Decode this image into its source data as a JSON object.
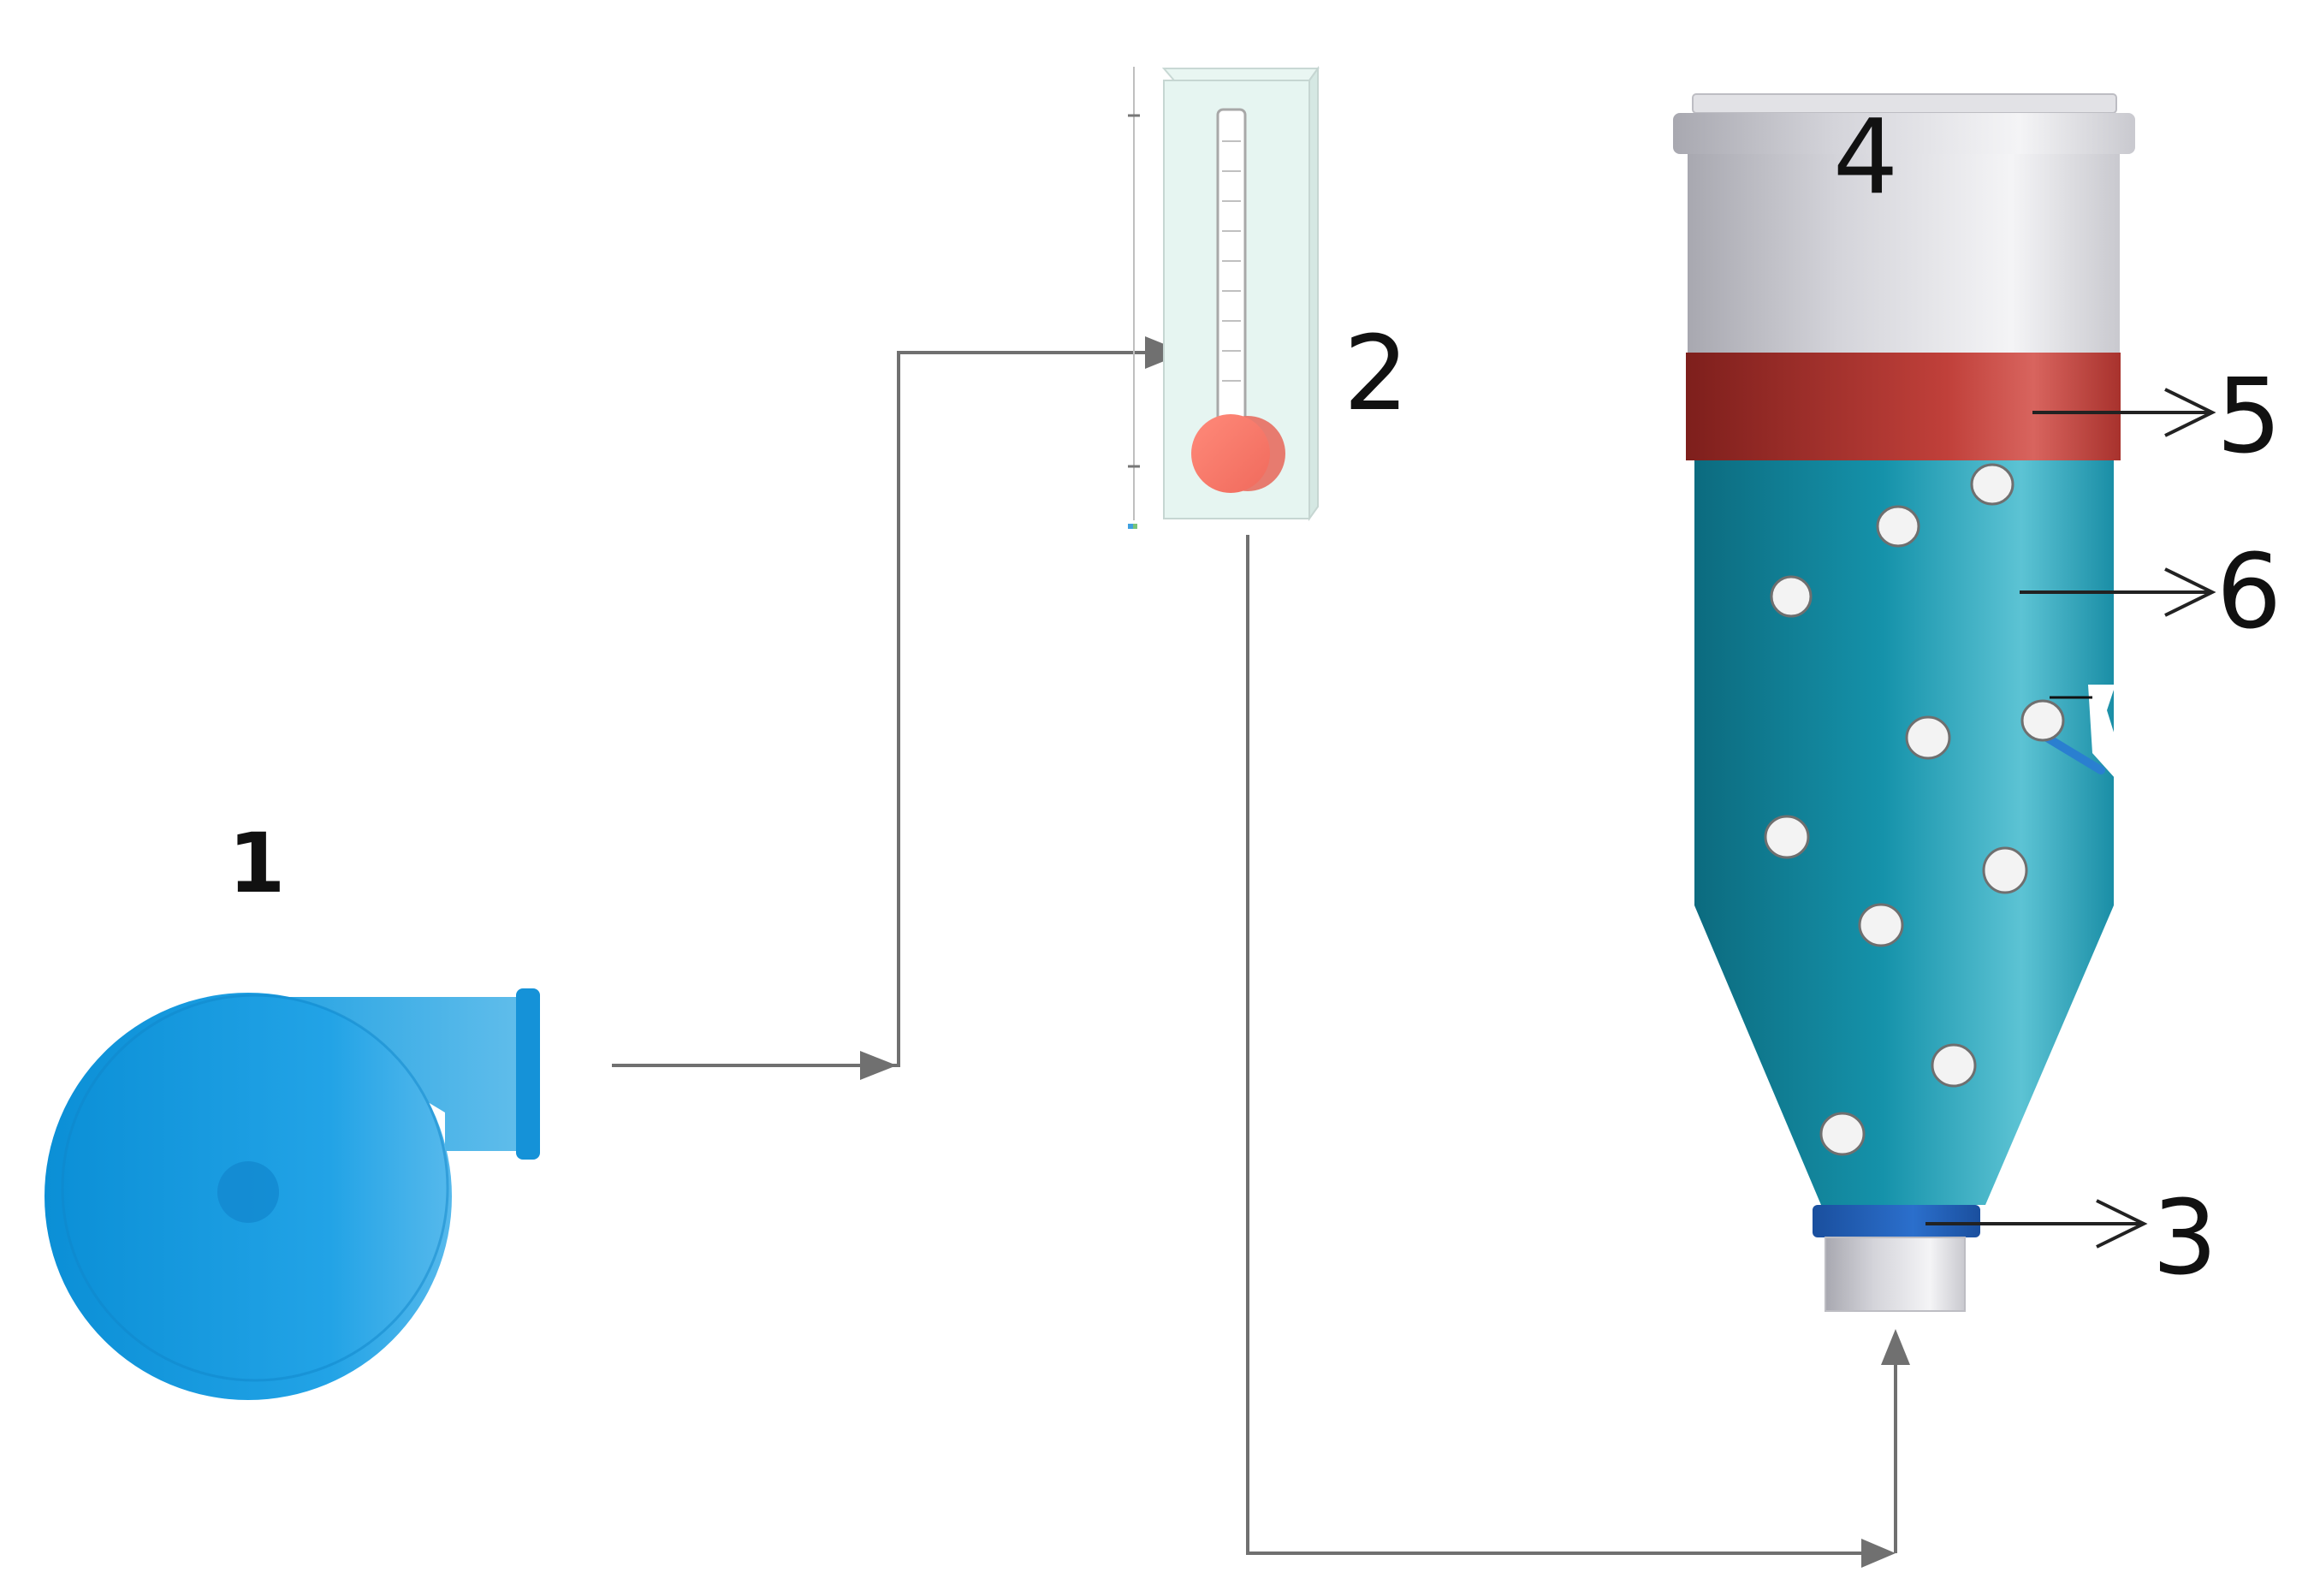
{
  "labels": {
    "blower": "1",
    "flowmeter": "2",
    "distributor": "3",
    "column_top": "4",
    "heater_band": "5",
    "bed": "6"
  },
  "colors": {
    "blower": "#1a9ee0",
    "blower_dark": "#0b7fc4",
    "rotameter_glass": "#e6f5f1",
    "rotameter_float": "#f47a6c",
    "column_steel": "#d9d9de",
    "heater_band": "#b8322d",
    "fluid": "#1a8ea6",
    "distributor_ring": "#1f5fb8",
    "particle": "#f3f3f3",
    "pipe": "#707070",
    "text": "#111111"
  },
  "icons": {
    "blower": "centrifugal-blower-icon",
    "flowmeter": "rotameter-icon",
    "column": "fluidized-bed-column-icon"
  }
}
